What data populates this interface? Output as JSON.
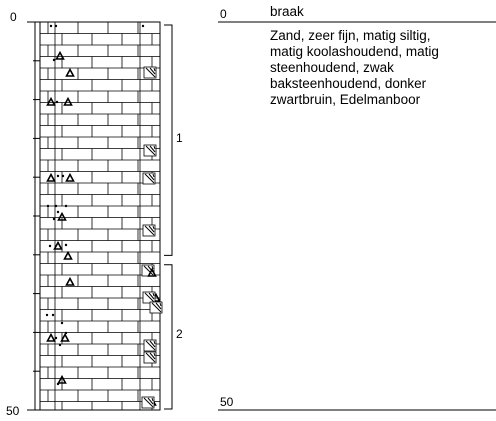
{
  "depth_axis": {
    "top": "0",
    "bottom": "50"
  },
  "layers": [
    {
      "label": "1",
      "from_depth": 0,
      "to_depth": 30.2
    },
    {
      "label": "2",
      "from_depth": 30.9,
      "to_depth": 50
    }
  ],
  "description": {
    "depth_top": "0",
    "depth_bottom": "50",
    "land_use": "braak",
    "lines": [
      "Zand, zeer fijn, matig siltig,",
      "matig koolashoudend, matig",
      "steenhoudend, zwak",
      "baksteenhoudend, donker",
      "zwartbruin, Edelmanboor"
    ]
  }
}
